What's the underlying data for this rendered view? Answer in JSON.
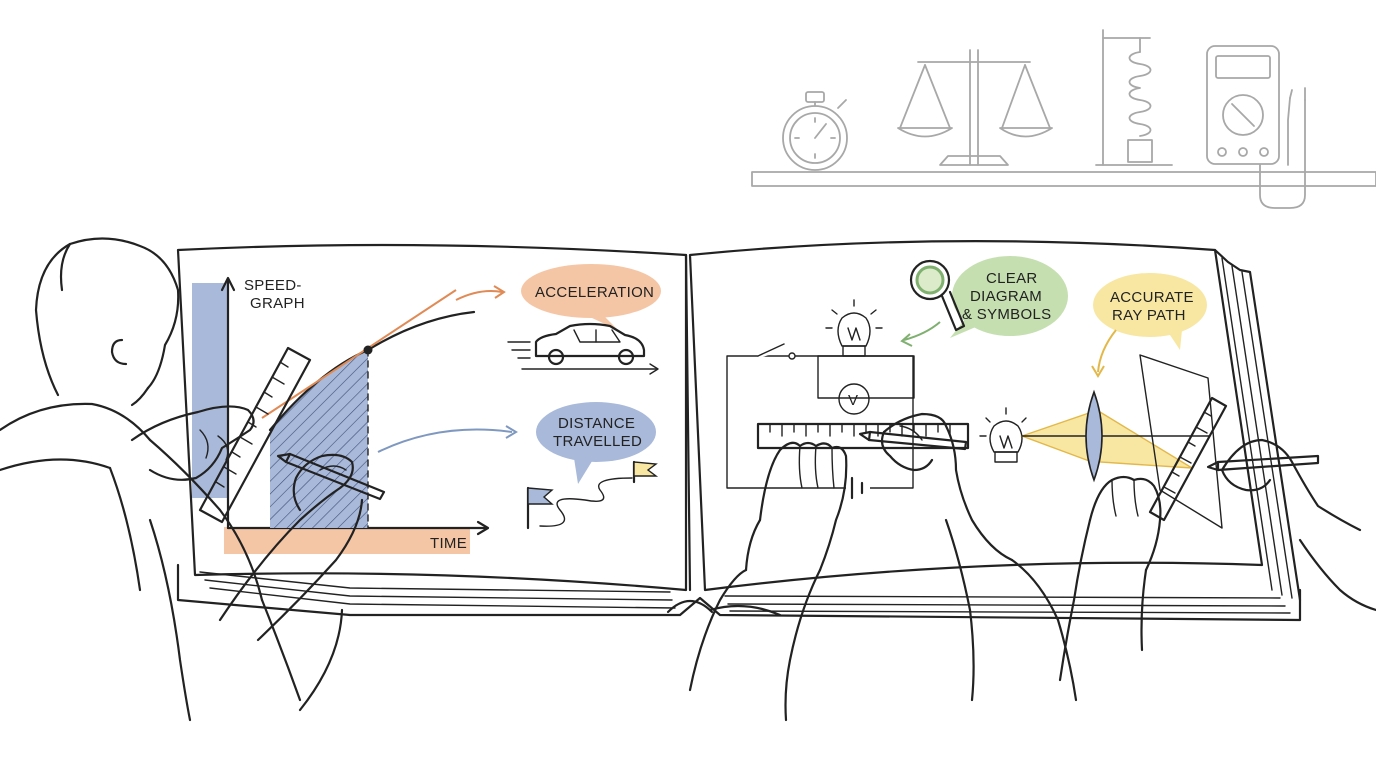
{
  "labels": {
    "speed_graph": [
      "SPEED-",
      "GRAPH"
    ],
    "time": "TIME",
    "acceleration": "ACCELERATION",
    "distance": [
      "DISTANCE",
      "TRAVELLED"
    ],
    "clear_diagram": [
      "CLEAR",
      "DIAGRAM",
      "& SYMBOLS"
    ],
    "ray_path": [
      "ACCURATE",
      "RAY PATH"
    ],
    "voltmeter": "V"
  },
  "colors": {
    "ink": "#222222",
    "shelf_grey": "#a8a8a8",
    "blue": "#a9b9d9",
    "orange": "#f5c6a5",
    "green": "#c5dfb0",
    "yellow": "#f8e7a2",
    "accent_orange": "#e08a55",
    "accent_blue": "#7f98c0",
    "accent_green": "#7fb070",
    "accent_yellow": "#e3b84a"
  },
  "icons": [
    "stopwatch-icon",
    "balance-scale-icon",
    "spring-stand-icon",
    "multimeter-icon",
    "car-icon",
    "flag-icon",
    "magnifier-icon",
    "light-bulb-icon",
    "lens-icon",
    "ruler-icon",
    "pencil-icon"
  ]
}
